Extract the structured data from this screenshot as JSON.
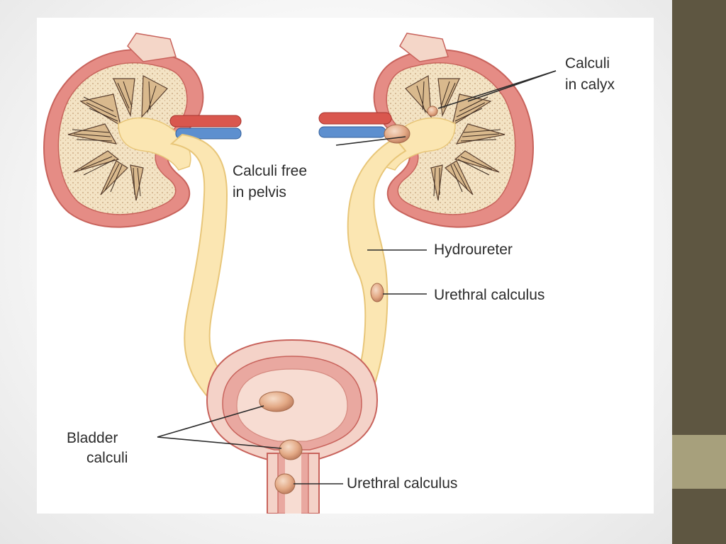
{
  "labels": {
    "calculi_calyx_1": "Calculi",
    "calculi_calyx_2": "in calyx",
    "calculi_pelvis_1": "Calculi free",
    "calculi_pelvis_2": "in pelvis",
    "hydroureter": "Hydroureter",
    "ureter_calculus": "Urethral calculus",
    "bladder_calculi_1": "Bladder",
    "bladder_calculi_2": "calculi",
    "urethral_calculus": "Urethral calculus"
  },
  "colors": {
    "kidney_outer": "#e58c85",
    "kidney_cortex": "#f3e3c4",
    "medulla": "#d9b98d",
    "ureter": "#fbe6b2",
    "ureter_edge": "#e8c679",
    "artery": "#d9574e",
    "vein": "#5d8fcf",
    "stone": "#e0a680",
    "bladder": "#f0c0b6",
    "side_panel": "#5e5641",
    "side_accent": "#a7a07c"
  }
}
